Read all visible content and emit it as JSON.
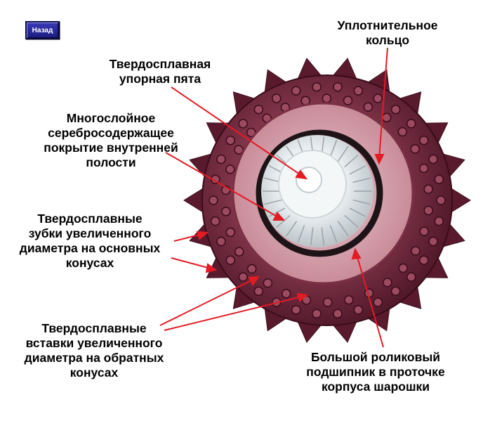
{
  "back_button": {
    "label": "Назад"
  },
  "labels": {
    "seal_ring": [
      "Уплотнительное",
      "кольцо"
    ],
    "thrust_heel": [
      "Твердосплавная",
      "упорная пята"
    ],
    "coating": [
      "Многослойное",
      "серебросодержащее",
      "покрытие внутренней",
      "полости"
    ],
    "teeth": [
      "Твердосплавные",
      "зубки увеличенного",
      "диаметра на основных",
      "конусах"
    ],
    "inserts": [
      "Твердосплавные",
      "вставки  увеличенного",
      "диаметра на обратных",
      "конусах"
    ],
    "bearing": [
      "Большой роликовый",
      "подшипник в проточке",
      "корпуса шарошки"
    ]
  },
  "colors": {
    "arrow": "#e31b23",
    "button": "#2a2aa0"
  }
}
